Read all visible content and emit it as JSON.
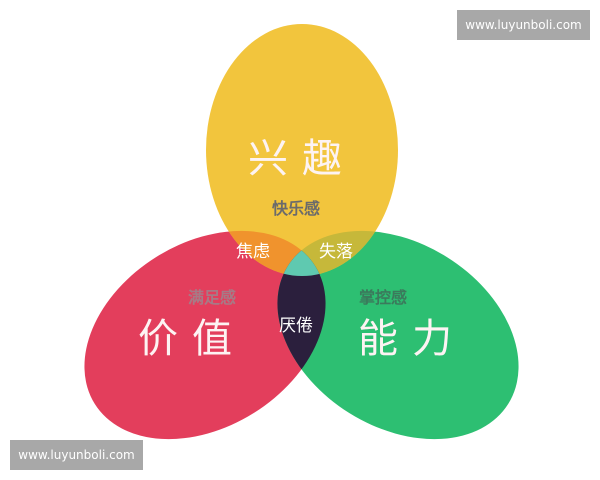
{
  "watermarks": {
    "top_right": "www.luyunboli.com",
    "bottom_left": "www.luyunboli.com"
  },
  "diagram": {
    "type": "venn",
    "circles": [
      {
        "id": "interest",
        "label": "兴趣",
        "sublabel": "快乐感",
        "color": "#f2c53d"
      },
      {
        "id": "value",
        "label": "价值",
        "sublabel": "满足感",
        "color": "#e33e5c"
      },
      {
        "id": "ability",
        "label": "能力",
        "sublabel": "掌控感",
        "color": "#2dbf72"
      }
    ],
    "intersections": [
      {
        "sets": [
          "interest",
          "value"
        ],
        "label": "焦虑",
        "color": "#f0932d"
      },
      {
        "sets": [
          "interest",
          "ability"
        ],
        "label": "失落",
        "color": "#c6b83a"
      },
      {
        "sets": [
          "value",
          "ability"
        ],
        "label": "厌倦",
        "color": "#2b1f3d"
      },
      {
        "sets": [
          "interest",
          "value",
          "ability"
        ],
        "label": "",
        "color": "#5fc9b0"
      }
    ]
  }
}
